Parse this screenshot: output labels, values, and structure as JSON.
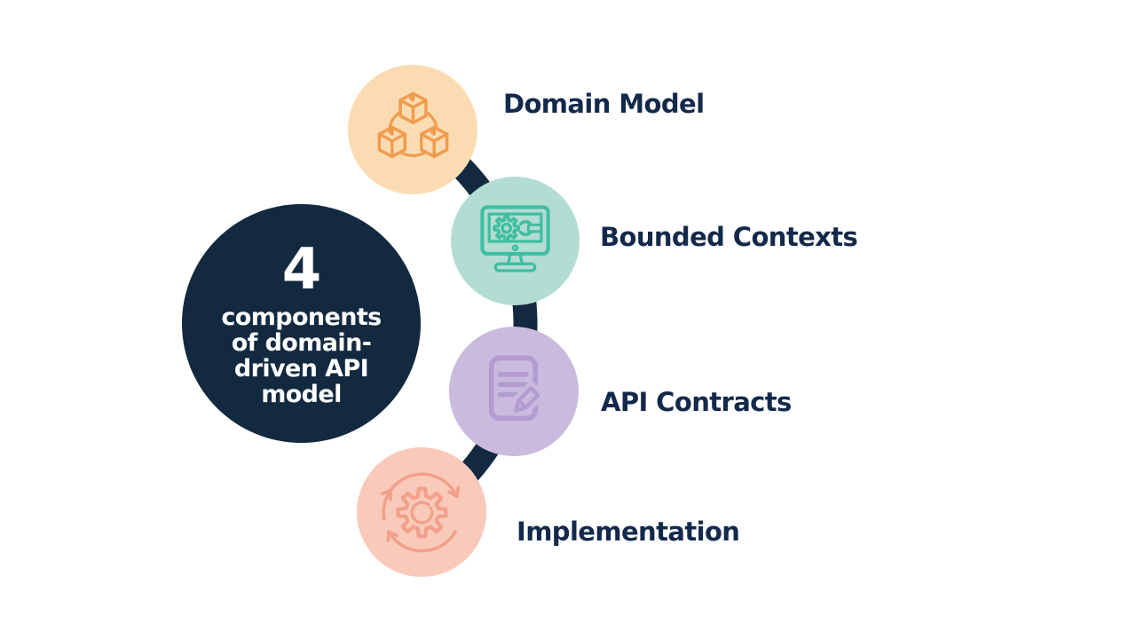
{
  "background": "#FFFFFF",
  "center": {
    "number": "4",
    "caption_lines": [
      "components",
      "of domain-",
      "driven API",
      "model"
    ],
    "circle_color": "#12293F",
    "text_color": "#FFFFFF"
  },
  "connector": {
    "color": "#12293F"
  },
  "label_color": "#13294B",
  "items": [
    {
      "label": "Domain Model",
      "icon": "packages-icon",
      "circle_color": "#FBDCB2",
      "icon_color": "#F09C4E"
    },
    {
      "label": "Bounded Contexts",
      "icon": "monitor-gear-wrench-icon",
      "circle_color": "#B3DCD2",
      "icon_color": "#3FBEA0"
    },
    {
      "label": "API Contracts",
      "icon": "document-pencil-icon",
      "circle_color": "#C9BADE",
      "icon_color": "#B49CD2"
    },
    {
      "label": "Implementation",
      "icon": "gear-cycle-arrows-icon",
      "circle_color": "#F9C9BA",
      "icon_color": "#F2A089"
    }
  ]
}
